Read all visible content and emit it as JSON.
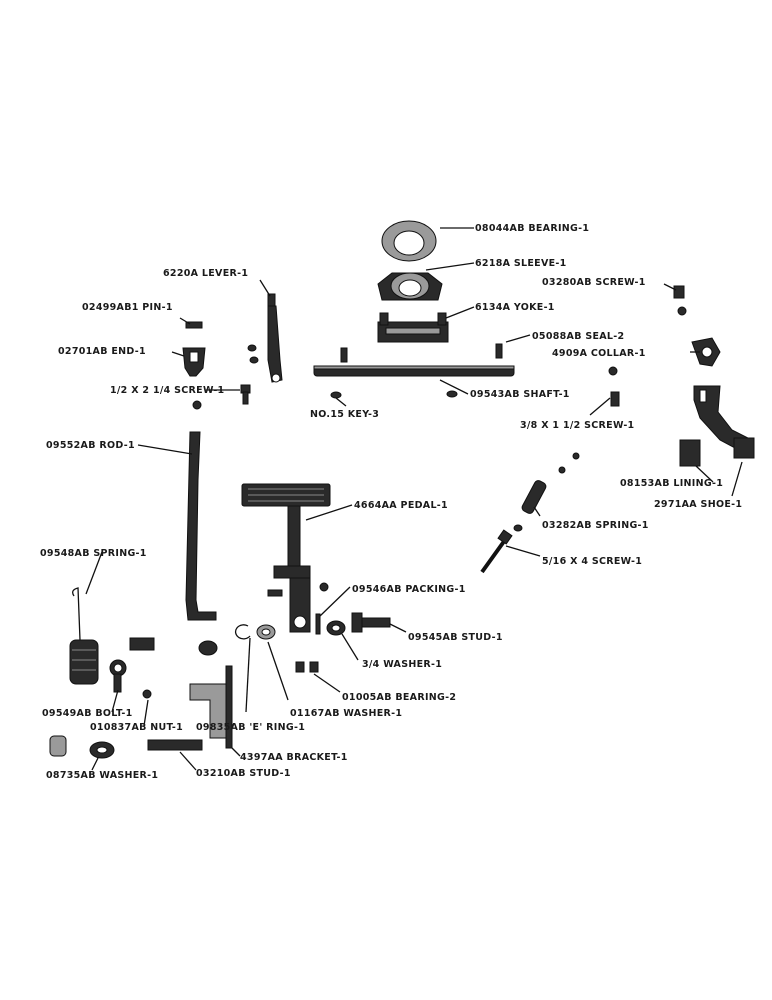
{
  "labels": {
    "bearing_08044": "08044AB BEARING-1",
    "sleeve_6218": "6218A SLEEVE-1",
    "lever_6220": "6220A LEVER-1",
    "screw_03280": "03280AB SCREW-1",
    "pin_02499": "02499AB1 PIN-1",
    "yoke_6134": "6134A YOKE-1",
    "seal_05088": "05088AB SEAL-2",
    "end_02701": "02701AB END-1",
    "collar_4909": "4909A COLLAR-1",
    "screw_half_2q": "1/2 X 2 1/4 SCREW-1",
    "shaft_09543": "09543AB SHAFT-1",
    "key_no15": "NO.15 KEY-3",
    "screw_3_8": "3/8 X 1 1/2 SCREW-1",
    "rod_09552": "09552AB ROD-1",
    "lining_08153": "08153AB LINING-1",
    "pedal_4664": "4664AA PEDAL-1",
    "shoe_2971": "2971AA SHOE-1",
    "spring_03282": "03282AB SPRING-1",
    "spring_09548": "09548AB SPRING-1",
    "screw_5_16": "5/16 X 4 SCREW-1",
    "packing_09546": "09546AB PACKING-1",
    "stud_09545": "09545AB STUD-1",
    "washer_3_4": "3/4 WASHER-1",
    "bearing_01005": "01005AB BEARING-2",
    "washer_01167": "01167AB WASHER-1",
    "bolt_09549": "09549AB BOLT-1",
    "ering_09835": "09835AB 'E' RING-1",
    "nut_010837": "010837AB NUT-1",
    "bracket_4397": "4397AA BRACKET-1",
    "washer_08735": "08735AB WASHER-1",
    "stud_03210": "03210AB STUD-1"
  }
}
